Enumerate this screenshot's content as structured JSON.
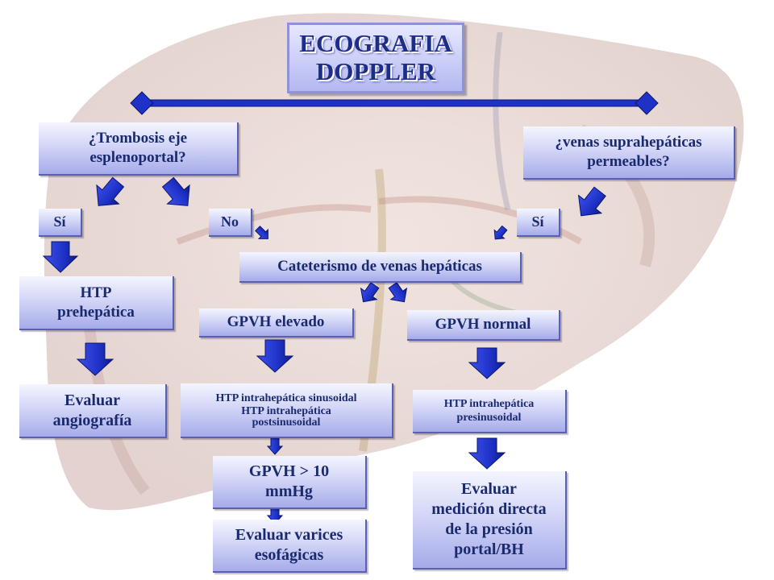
{
  "title": "ECOGRAFIA\nDOPPLER",
  "nodes": {
    "trombosis": "¿Trombosis eje\nesplenoportal?",
    "venas": "¿venas suprahepáticas\npermeables?",
    "si_left": "Sí",
    "no": "No",
    "si_right": "Sí",
    "cateterismo": "Cateterismo de venas hepáticas",
    "htp_pre": "HTP\nprehepática",
    "gpvh_elevado": "GPVH elevado",
    "gpvh_normal": "GPVH normal",
    "evaluar_angio": "Evaluar\nangiografía",
    "htp_sinusoidal": "HTP intrahepática sinusoidal",
    "htp_postsinusoidal": "HTP intrahepática\npostsinusoidal",
    "htp_presinusoidal": "HTP intrahepática\npresinusoidal",
    "gpvh10": "GPVH > 10\nmmHg",
    "evaluar_varices": "Evaluar varices\nesofágicas",
    "evaluar_medicion": "Evaluar\nmedición directa\nde la presión\nportal/BH"
  },
  "colors": {
    "arrow": "#1f32c8",
    "arrow_edge": "#0a1570",
    "text": "#1a2a6e",
    "liver_base": "#d8b8b0",
    "liver_red": "#c9968e"
  }
}
